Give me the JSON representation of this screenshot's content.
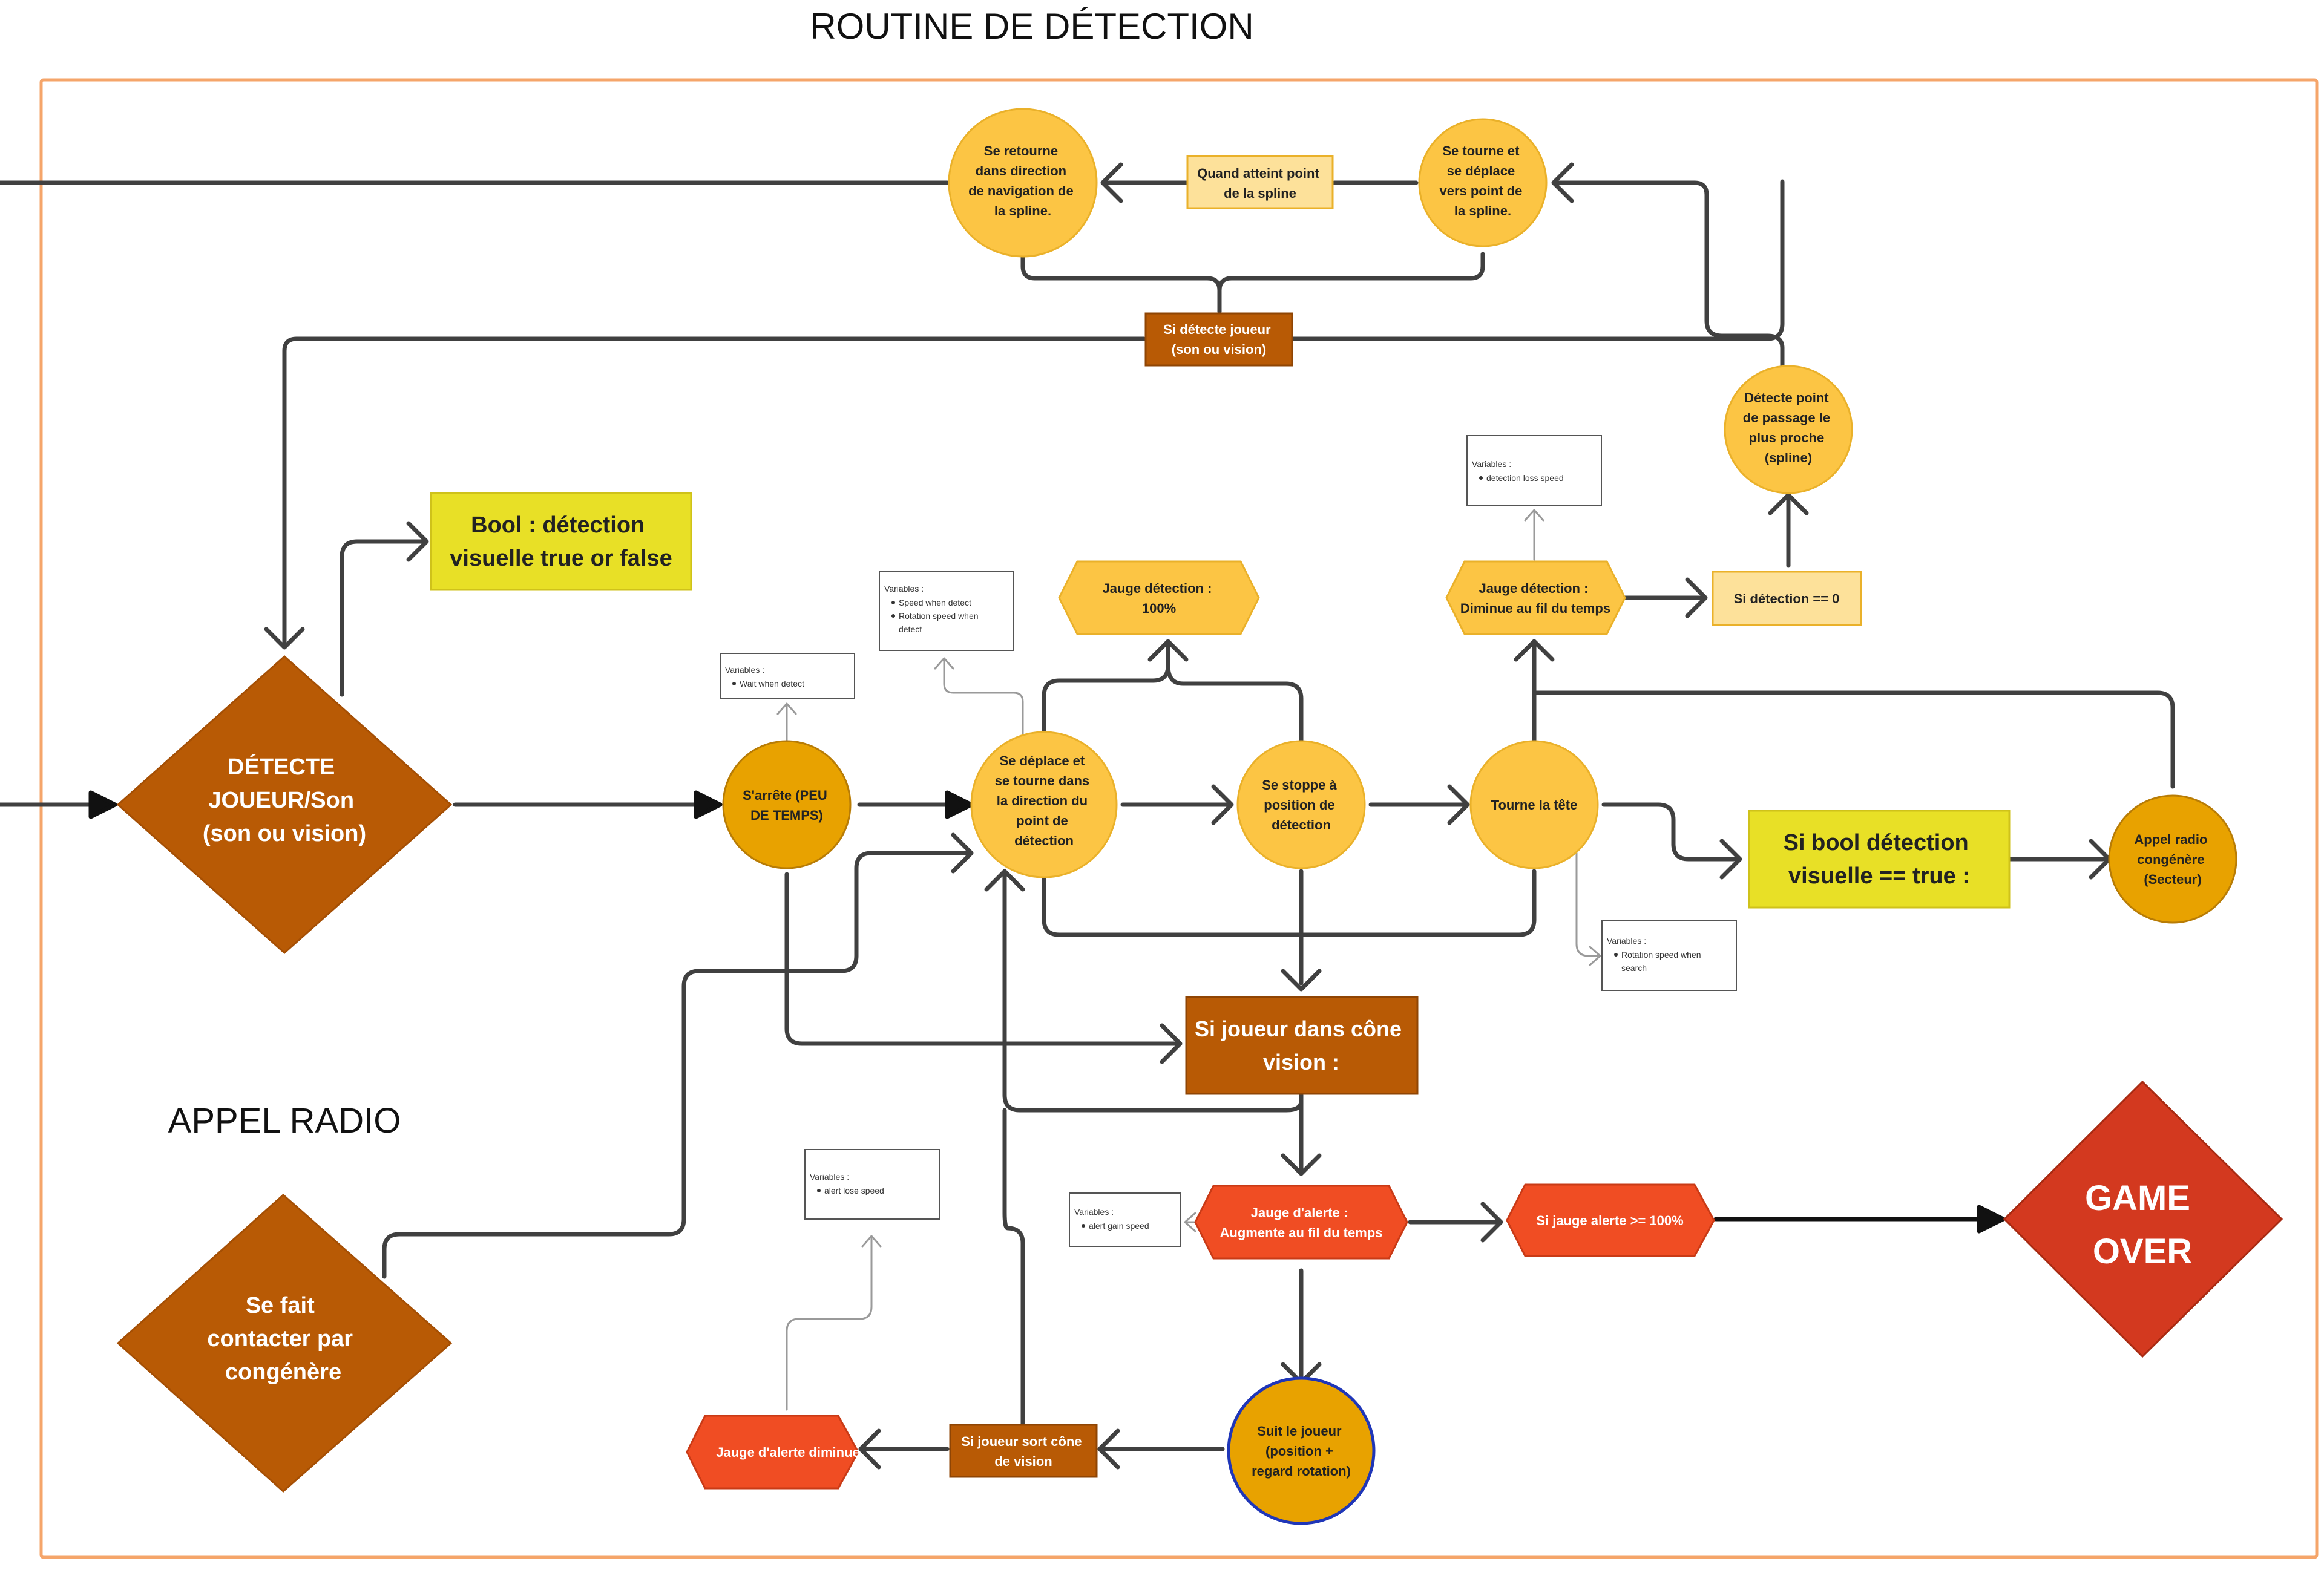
{
  "title": "ROUTINE DE DÉTECTION",
  "appel_radio_heading": "APPEL RADIO",
  "nodes": {
    "detecte_joueur": [
      "DÉTECTE",
      "JOUEUR/Son",
      "(son ou vision)"
    ],
    "bool_detection": [
      "Bool : détection",
      "visuelle true or false"
    ],
    "arrete": [
      "S'arrête (PEU",
      "DE TEMPS)"
    ],
    "deplace_tourne": [
      "Se déplace et",
      "se tourne dans",
      "la direction du",
      "point de",
      "détection"
    ],
    "stoppe": [
      "Se stoppe à",
      "position de",
      "détection"
    ],
    "tourne_tete": [
      "Tourne la tête"
    ],
    "jauge_100": [
      "Jauge détection :",
      "100%"
    ],
    "jauge_diminue": [
      "Jauge détection :",
      "Diminue au fil du temps"
    ],
    "si_detection_0": [
      "Si détection == 0"
    ],
    "detecte_point": [
      "Détecte point",
      "de passage le",
      "plus proche",
      "(spline)"
    ],
    "se_tourne_deplace": [
      "Se tourne et",
      "se déplace",
      "vers point de",
      "la spline."
    ],
    "quand_atteint": [
      "Quand atteint point",
      "de la spline"
    ],
    "se_retourne": [
      "Se retourne",
      "dans direction",
      "de navigation de",
      "la spline."
    ],
    "si_detecte_joueur": [
      "Si détecte joueur",
      "(son ou vision)"
    ],
    "si_bool_true": [
      "Si bool détection",
      "visuelle == true :"
    ],
    "appel_radio_node": [
      "Appel radio",
      "congénère",
      "(Secteur)"
    ],
    "si_joueur_cone": [
      "Si joueur dans cône",
      "vision :"
    ],
    "jauge_alerte_aug": [
      "Jauge d'alerte :",
      "Augmente au fil du temps"
    ],
    "si_jauge_100": [
      "Si jauge alerte >= 100%"
    ],
    "game_over": [
      "GAME",
      "OVER"
    ],
    "suit_joueur": [
      "Suit le joueur",
      "(position +",
      "regard rotation)"
    ],
    "si_joueur_sort": [
      "Si joueur sort cône",
      "de vision"
    ],
    "jauge_alerte_dim": [
      "Jauge d'alerte diminue"
    ],
    "se_fait_contacter": [
      "Se fait",
      "contacter par",
      "congénère"
    ]
  },
  "notes": {
    "wait": {
      "title": "Variables :",
      "items": [
        "Wait when detect"
      ]
    },
    "speed": {
      "title": "Variables :",
      "items": [
        "Speed when detect",
        "Rotation speed when",
        "detect"
      ]
    },
    "loss": {
      "title": "Variables :",
      "items": [
        "detection loss speed"
      ]
    },
    "rotsearch": {
      "title": "Variables :",
      "items": [
        "Rotation speed when",
        "search"
      ]
    },
    "gain": {
      "title": "Variables :",
      "items": [
        "alert gain speed"
      ]
    },
    "lose": {
      "title": "Variables :",
      "items": [
        "alert lose speed"
      ]
    }
  },
  "colors": {
    "dark_brown": "#b85a05",
    "mid_orange": "#e8a200",
    "light_orange": "#fcc544",
    "yellow": "#e8e026",
    "red": "#f04d23",
    "game_over": "#d3391f",
    "line": "#404040",
    "frame": "#f5a56a"
  }
}
